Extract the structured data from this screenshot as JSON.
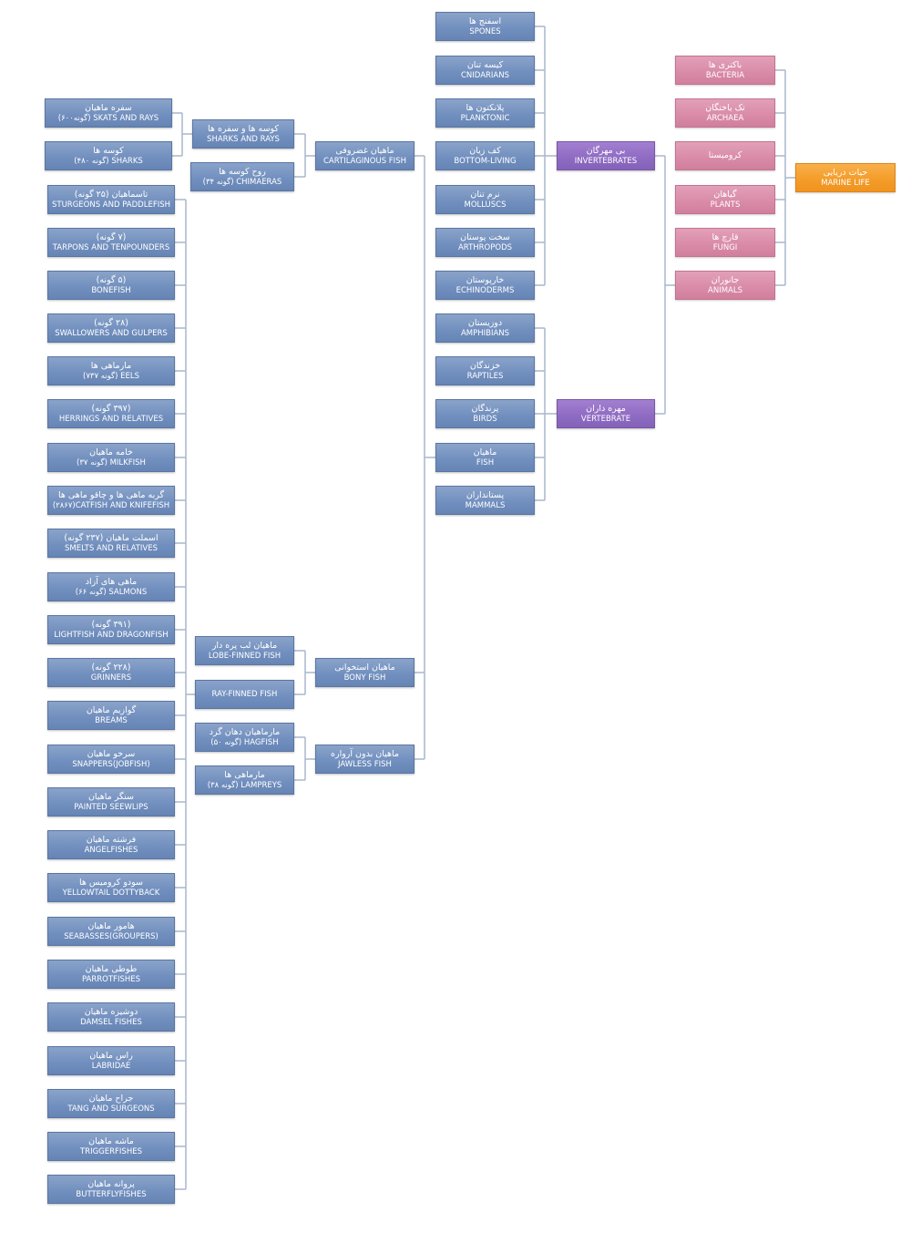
{
  "nodes": {
    "marine_life": {
      "fa": "حیات دریایی",
      "en": "MARINE LIFE"
    },
    "bacteria": {
      "fa": "باکتری ها",
      "en": "BACTERIA"
    },
    "archaea": {
      "fa": "تک یاختگان",
      "en": "ARCHAEA"
    },
    "chromista": {
      "fa": "کرومیستا",
      "en": ""
    },
    "plants": {
      "fa": "گیاهان",
      "en": "PLANTS"
    },
    "fungi": {
      "fa": "قارچ ها",
      "en": "FUNGI"
    },
    "animals": {
      "fa": "جانوران",
      "en": "ANIMALS"
    },
    "invertebrates": {
      "fa": "بی مهرگان",
      "en": "INVERTEBRATES"
    },
    "vertebrate": {
      "fa": "مهره داران",
      "en": "VERTEBRATE"
    },
    "spones": {
      "fa": "اسفنج ها",
      "en": "SPONES"
    },
    "cnidarians": {
      "fa": "کیسه تنان",
      "en": "CNIDARIANS"
    },
    "planktonic": {
      "fa": "پلانکتون ها",
      "en": "PLANKTONIC"
    },
    "bottom_living": {
      "fa": "کف زیان",
      "en": "BOTTOM-LIVING"
    },
    "molluscs": {
      "fa": "نرم تنان",
      "en": "MOLLUSCS"
    },
    "arthropods": {
      "fa": "سخت پوستان",
      "en": "ARTHROPODS"
    },
    "echinoderms": {
      "fa": "خارپوستان",
      "en": "ECHINODERMS"
    },
    "amphibians": {
      "fa": "دوزیستان",
      "en": "AMPHIBIANS"
    },
    "raptiles": {
      "fa": "خزندگان",
      "en": "RAPTILES"
    },
    "birds": {
      "fa": "پرندگان",
      "en": "BIRDS"
    },
    "fish": {
      "fa": "ماهیان",
      "en": "FISH"
    },
    "mammals": {
      "fa": "پستانداران",
      "en": "MAMMALS"
    },
    "cartilaginous": {
      "fa": "ماهیان غضروفی",
      "en": "CARTILAGINOUS FISH"
    },
    "bony": {
      "fa": "ماهیان استخوانی",
      "en": "BONY FISH"
    },
    "jawless": {
      "fa": "ماهیان بدون آرواره",
      "en": "JAWLESS FISH"
    },
    "sharks_rays": {
      "fa": "کوسه ها و سفره ها",
      "en": "SHARKS AND RAYS"
    },
    "chimaeras": {
      "fa": "روح کوسه ها",
      "en": "(۳۴ گونه) CHIMAERAS"
    },
    "lobe_finned": {
      "fa": "ماهیان لب پره دار",
      "en": "LOBE-FINNED FISH"
    },
    "ray_finned": {
      "fa": "",
      "en": "RAY-FINNED FISH"
    },
    "hagfish": {
      "fa": "مارماهیان دهان گرد",
      "en": "(۵۰ گونه) HAGFISH"
    },
    "lampreys": {
      "fa": "مارماهی ها",
      "en": "(۳۸ گونه) LAMPREYS"
    },
    "skats_rays": {
      "fa": "سفره ماهیان",
      "en": "(۶۰۰گونه) SKATS AND RAYS"
    },
    "sharks": {
      "fa": "کوسه ها",
      "en": "(۴۸۰ گونه) SHARKS"
    },
    "sturgeons": {
      "fa": "تاسماهیان (۲۵ گونه)",
      "en": "STURGEONS AND PADDLEFISH"
    },
    "tarpons": {
      "fa": "(۷ گونه)",
      "en": "TARPONS AND TENPOUNDERS"
    },
    "bonefish": {
      "fa": "(۵ گونه)",
      "en": "BONEFISH"
    },
    "swallowers": {
      "fa": "(۲۸ گونه)",
      "en": "SWALLOWERS AND  GULPERS"
    },
    "eels": {
      "fa": "مارماهی ها",
      "en": "(۷۳۷ گونه) EELS"
    },
    "herrings": {
      "fa": "(۳۹۷ گونه)",
      "en": "HERRINGS AND RELATIVES"
    },
    "milkfish": {
      "fa": "خامه ماهیان",
      "en": "(۳۷ گونه) MILKFISH"
    },
    "catfish": {
      "fa": "گربه ماهی ها و چاقو ماهی ها",
      "en": "(۲۸۶۷)CATFISH AND KNIFEFISH"
    },
    "smelts": {
      "fa": "اسملت ماهیان (۲۳۷ گونه)",
      "en": "SMELTS AND RELATIVES"
    },
    "salmons": {
      "fa": "ماهی های آزاد",
      "en": "(۶۶ گونه) SALMONS"
    },
    "lightfish": {
      "fa": "(۳۹۱ گونه)",
      "en": "LIGHTFISH AND DRAGONFISH"
    },
    "grinners": {
      "fa": "(۲۲۸ گونه)",
      "en": "GRINNERS"
    },
    "breams": {
      "fa": "گوازیم ماهیان",
      "en": "BREAMS"
    },
    "snappers": {
      "fa": "سرخو ماهیان",
      "en": "SNAPPERS(JOBFISH)"
    },
    "seewlips": {
      "fa": "سنگر ماهیان",
      "en": "PAINTED SEEWLIPS"
    },
    "angelfishes": {
      "fa": "فرشته ماهیان",
      "en": "ANGELFISHES"
    },
    "dottyback": {
      "fa": "سودو کرومیس ها",
      "en": "YELLOWTAIL DOTTYBACK"
    },
    "seabasses": {
      "fa": "هامور ماهیان",
      "en": "SEABASSES(GROUPERS)"
    },
    "parrotfishes": {
      "fa": "طوطی ماهیان",
      "en": "PARROTFISHES"
    },
    "damsel": {
      "fa": "دوشیزه ماهیان",
      "en": "DAMSEL FISHES"
    },
    "labridae": {
      "fa": "راس ماهیان",
      "en": "LABRIDAE"
    },
    "tang": {
      "fa": "جراح ماهیان",
      "en": "TANG AND SURGEONS"
    },
    "trigger": {
      "fa": "ماشه ماهیان",
      "en": "TRIGGERFISHES"
    },
    "butterfly": {
      "fa": "پروانه ماهیان",
      "en": "BUTTERFLYFISHES"
    }
  },
  "colors": {
    "blue": "#7290bf",
    "purple": "#8e6bc2",
    "pink": "#d98aa7",
    "orange": "#f49b28",
    "line": "#a9b7cc"
  }
}
